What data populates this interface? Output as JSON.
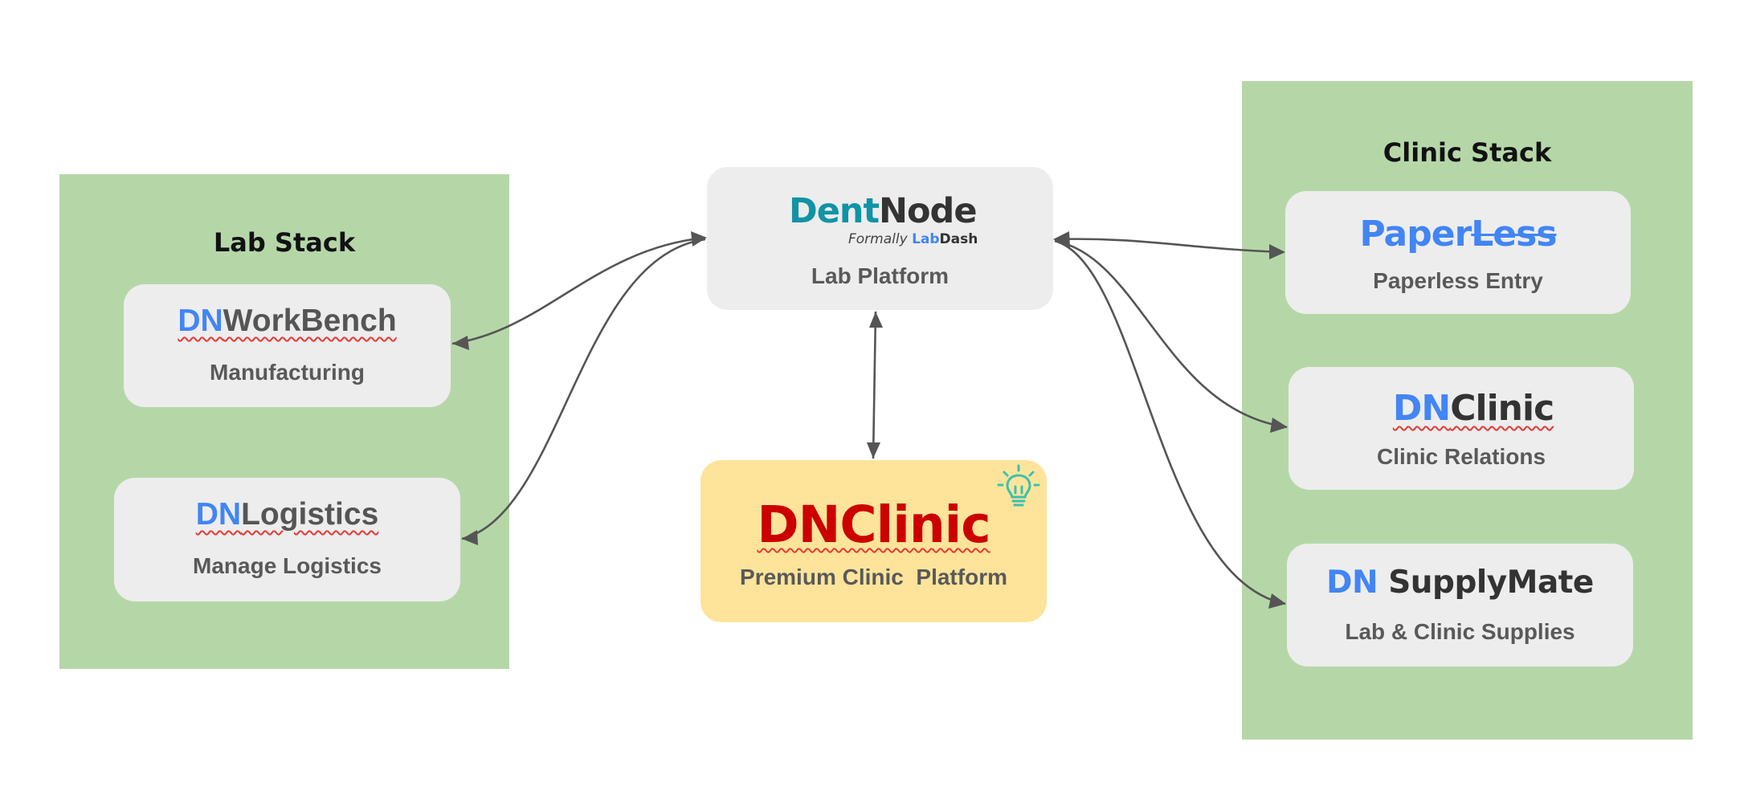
{
  "lab_stack": {
    "title": "Lab Stack",
    "workbench": {
      "prefix": "DN",
      "name": "WorkBench",
      "subtitle": "Manufacturing"
    },
    "logistics": {
      "prefix": "DN",
      "name": "Logistics",
      "subtitle": "Manage Logistics"
    }
  },
  "center": {
    "dentnode": {
      "part1": "Dent",
      "part2": "Node",
      "formally": "Formally",
      "lab": "Lab",
      "dash": "Dash",
      "subtitle": "Lab Platform"
    },
    "premium": {
      "name": "DNClinic",
      "subtitle": "Premium Clinic  Platform",
      "icon": "lightbulb-icon"
    }
  },
  "clinic_stack": {
    "title": "Clinic Stack",
    "paperless": {
      "part1": "Paper",
      "part2": "Less",
      "subtitle": "Paperless Entry"
    },
    "dnclinic": {
      "prefix": "DN",
      "name": "Clinic",
      "subtitle": "Clinic Relations"
    },
    "supplymate": {
      "prefix": "DN",
      "name": "SupplyMate",
      "subtitle": "Lab & Clinic Supplies"
    }
  },
  "colors": {
    "stack_bg": "#b5d7a8",
    "card_bg": "#ededed",
    "premium_bg": "#fde49a",
    "dn_blue": "#4285f4",
    "dent_teal": "#1193a6",
    "premium_red": "#cc0000",
    "arrow": "#555555"
  }
}
